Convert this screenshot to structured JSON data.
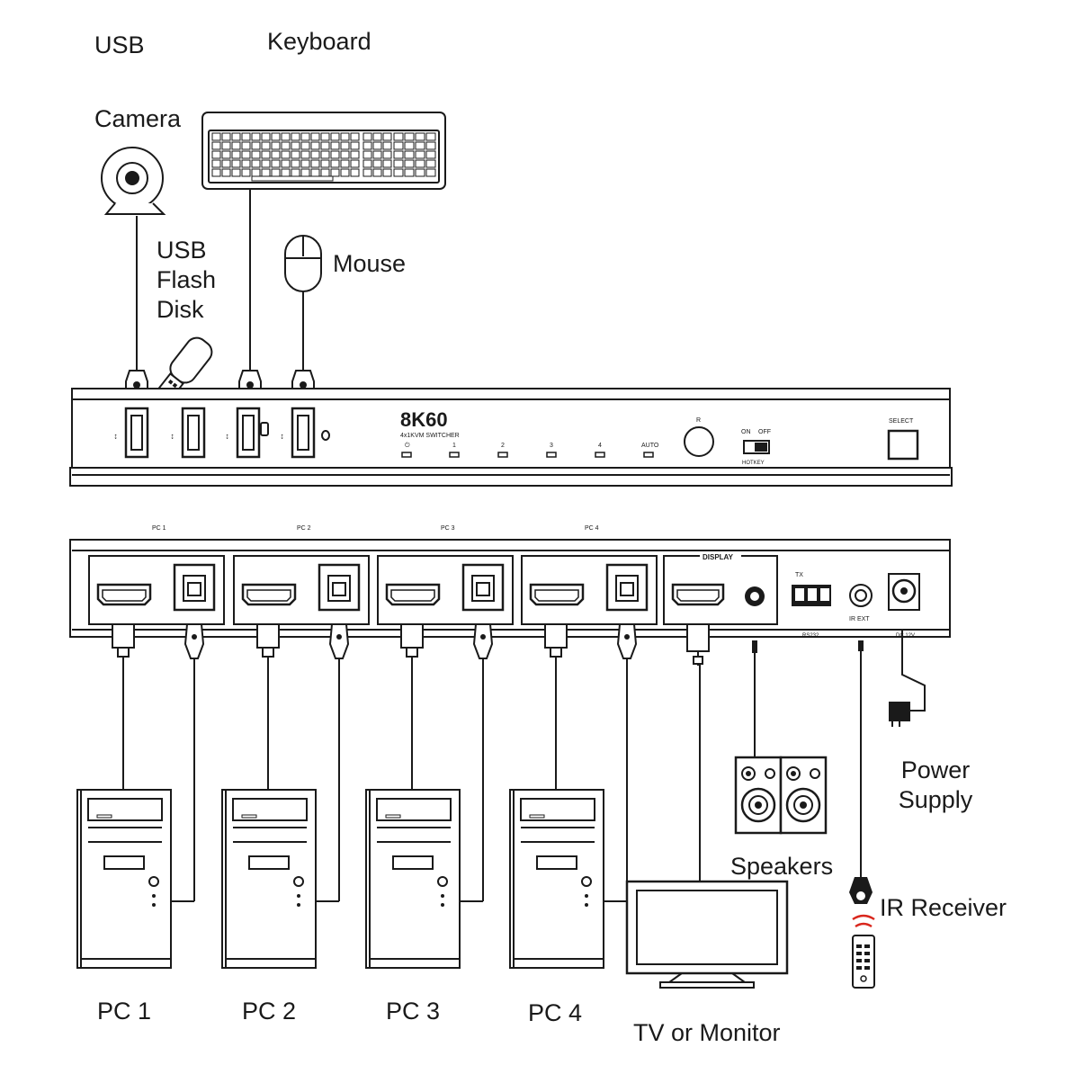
{
  "labels": {
    "usb": "USB",
    "keyboard": "Keyboard",
    "camera": "Camera",
    "usb_flash_disk": "USB Flash Disk",
    "mouse": "Mouse",
    "pc1": "PC 1",
    "pc2": "PC 2",
    "pc3": "PC 3",
    "pc4": "PC 4",
    "tv_or_monitor": "TV or Monitor",
    "speakers": "Speakers",
    "power_supply": "Power Supply",
    "ir_receiver": "IR Receiver"
  },
  "front_panel": {
    "model": "8K60",
    "subtitle": "4x1KVM  SWITCHER",
    "indicators": [
      "⏻",
      "1",
      "2",
      "3",
      "4",
      "AUTO"
    ],
    "ir_label": "R",
    "hotkey_on": "ON",
    "hotkey_off": "OFF",
    "hotkey_label": "HOTKEY",
    "select_label": "SELECT"
  },
  "rear_panel": {
    "groups": [
      "PC 1",
      "PC 2",
      "PC 3",
      "PC 4"
    ],
    "display_label": "DISPLAY",
    "tx_label": "TX",
    "rs232_label": "RS232",
    "ir_ext_label": "IR EXT",
    "dc_label": "DC 12V"
  },
  "colors": {
    "line": "#1a1a1a",
    "remote_signal": "#d9261c"
  }
}
